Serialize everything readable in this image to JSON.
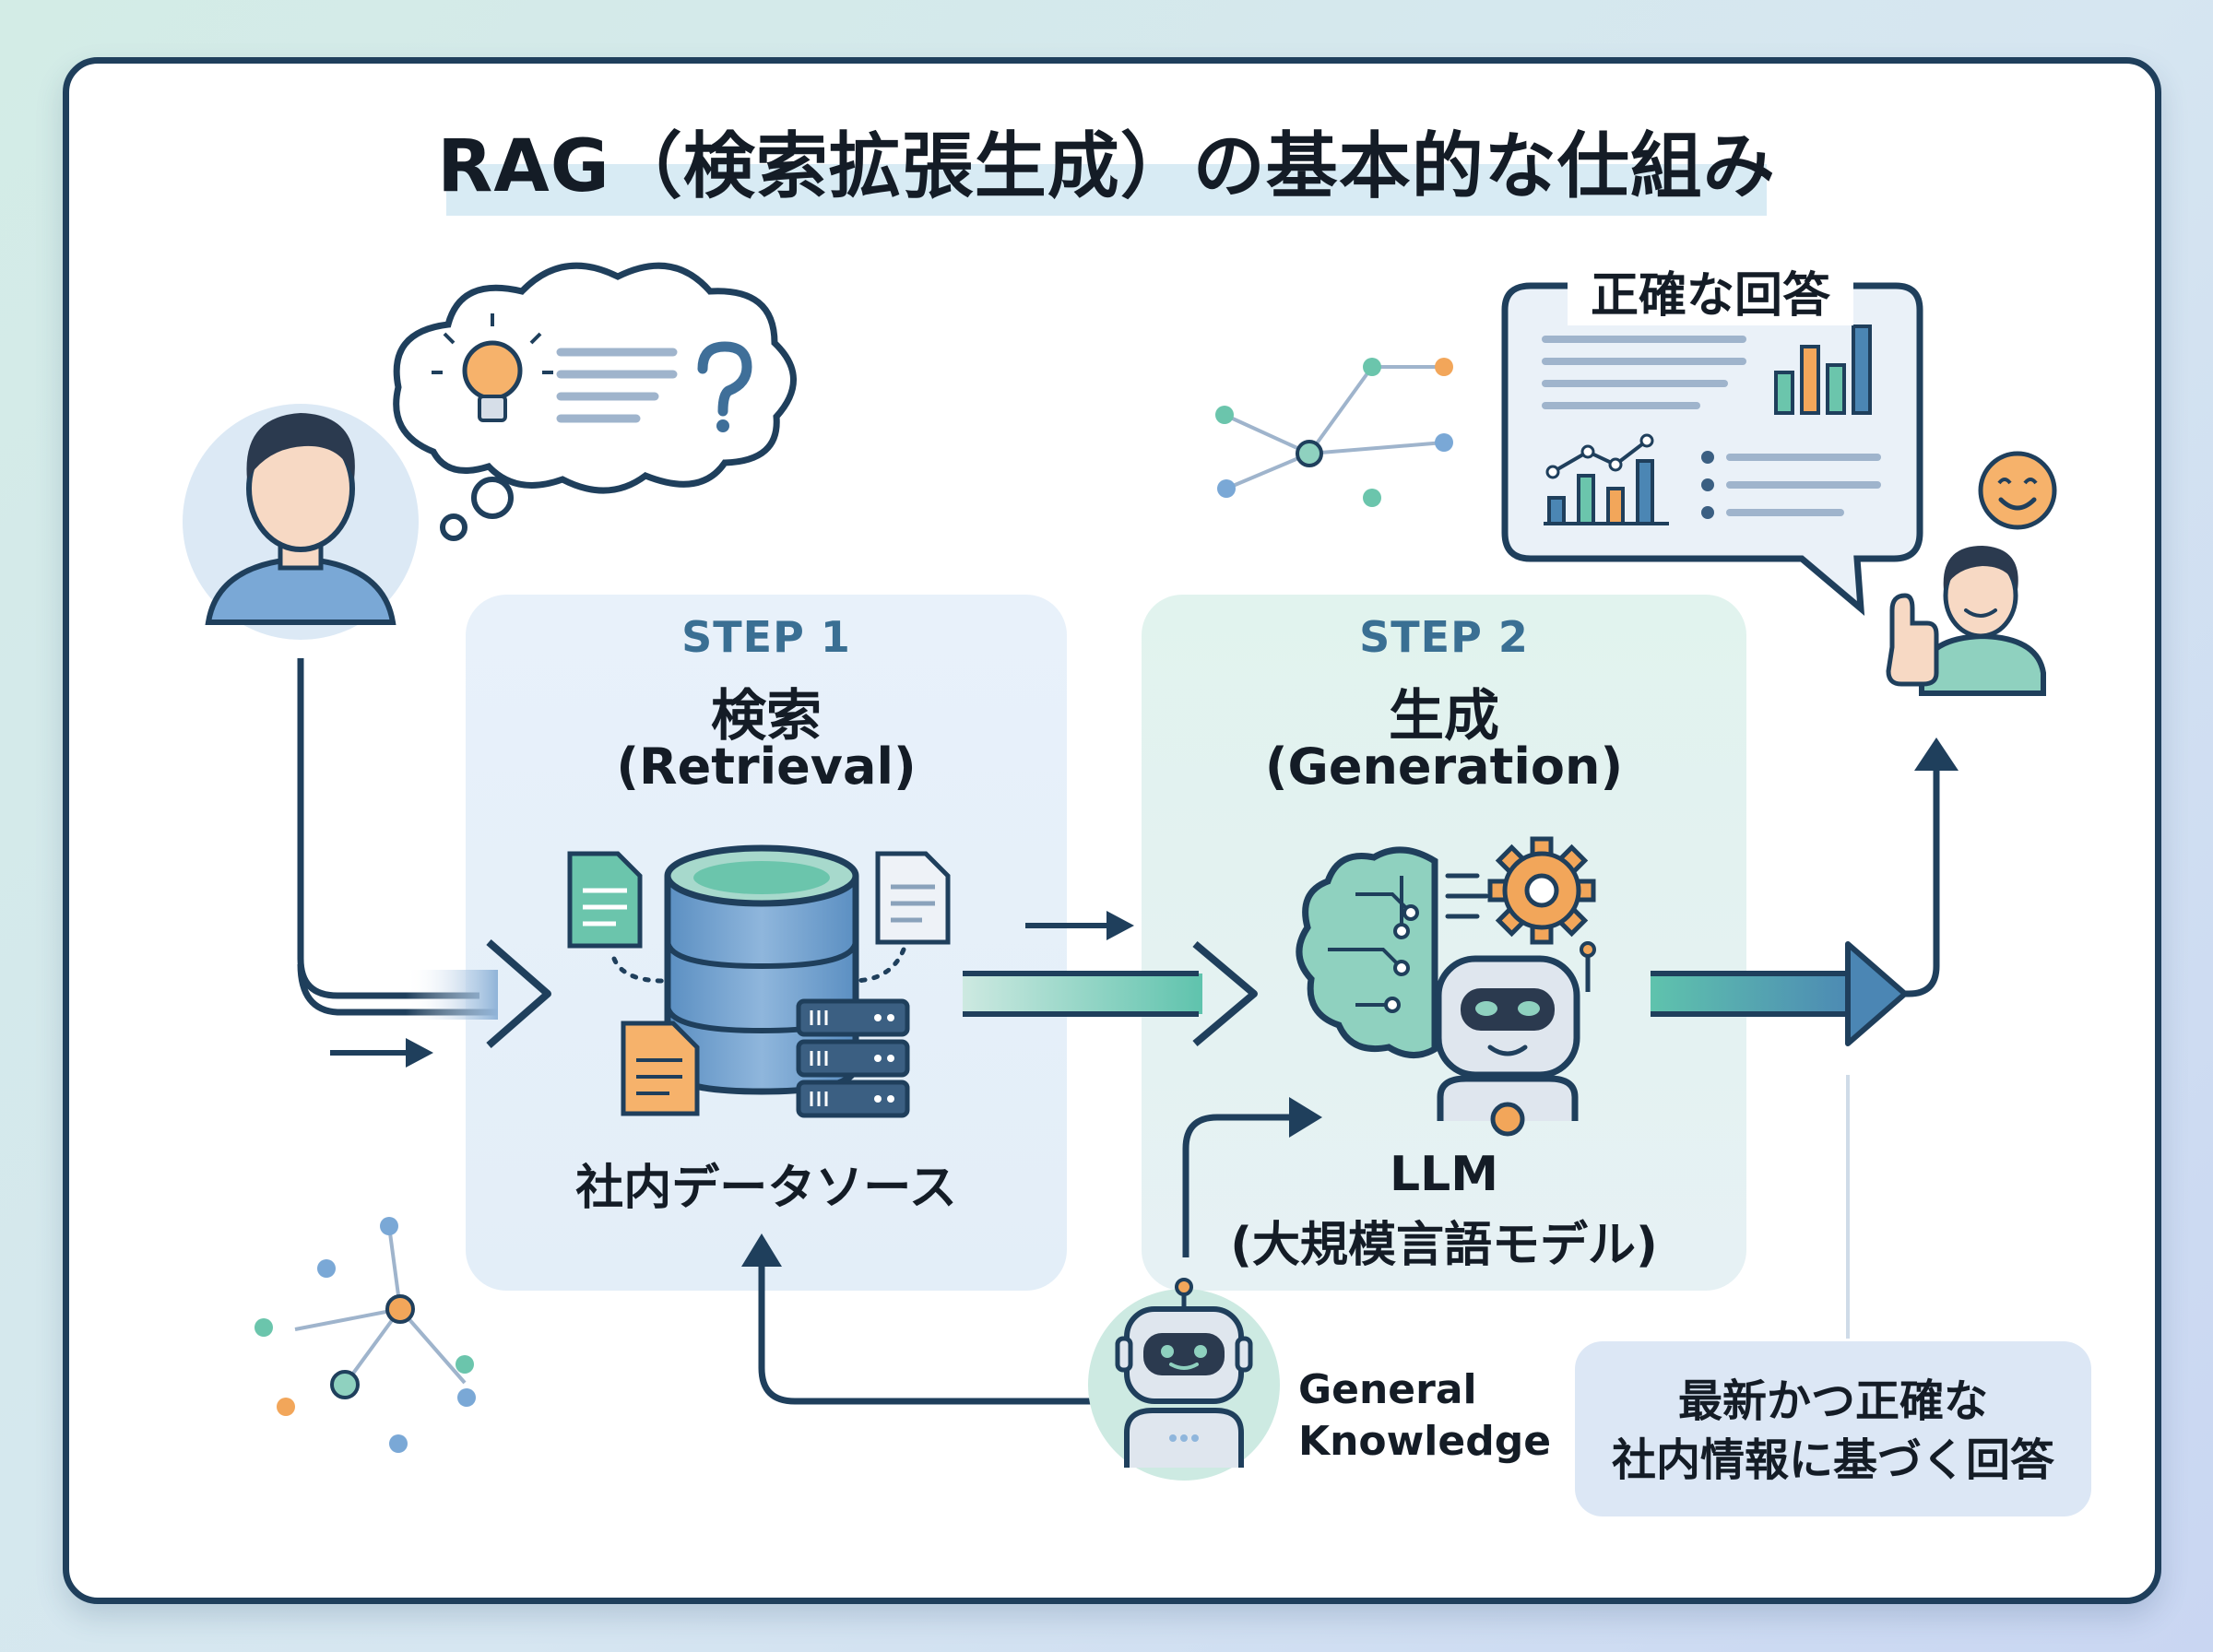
{
  "title": "RAG（検索拡張生成）の基本的な仕組み",
  "step1": {
    "step_label": "STEP 1",
    "heading": "検索",
    "subheading": "(Retrieval)",
    "source_label": "社内データソース"
  },
  "step2": {
    "step_label": "STEP 2",
    "heading": "生成",
    "subheading": "(Generation)",
    "model_label": "LLM",
    "model_sublabel": "(大規模言語モデル)"
  },
  "general_knowledge": {
    "line1": "General",
    "line2": "Knowledge"
  },
  "output": {
    "bubble_title": "正確な回答",
    "summary_line1": "最新かつ正確な",
    "summary_line2": "社内情報に基づく回答"
  },
  "colors": {
    "navy": "#1f3f5c",
    "teal": "#5fc3ad",
    "blue": "#4b86b4",
    "orange": "#f2a65a",
    "panel_blue": "#e6eff8",
    "panel_green": "#e1f3ee"
  },
  "icons": [
    "user-avatar",
    "thought-cloud",
    "lightbulb-icon",
    "question-mark-icon",
    "database-icon",
    "document-icon",
    "server-icon",
    "brain-icon",
    "gear-icon",
    "robot-icon",
    "speech-bubble",
    "bar-chart-icon",
    "line-chart-icon",
    "smiley-icon",
    "thumbs-up-icon",
    "network-icon"
  ]
}
